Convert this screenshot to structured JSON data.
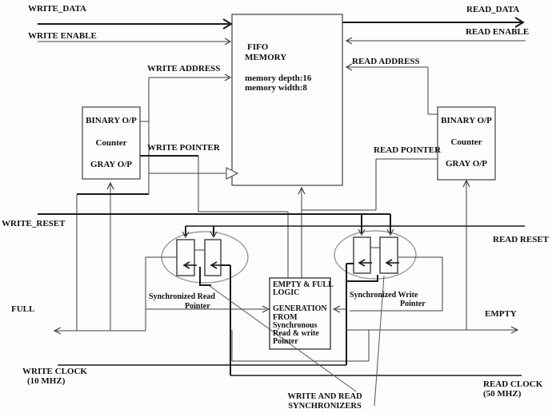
{
  "signals": {
    "write_data": "WRITE_DATA",
    "write_enable": "WRITE ENABLE",
    "write_address": "WRITE ADDRESS",
    "read_data": "READ_DATA",
    "read_enable": "READ ENABLE",
    "read_address": "READ ADDRESS",
    "write_pointer": "WRITE POINTER",
    "read_pointer": "READ POINTER",
    "write_reset": "WRITE_RESET",
    "read_reset": "READ RESET",
    "full": "FULL",
    "empty": "EMPTY"
  },
  "clocks": {
    "write_line1": "WRITE CLOCK",
    "write_line2": "(10 MHZ)",
    "read_line1": "READ CLOCK",
    "read_line2": "(50 MHZ)"
  },
  "fifo": {
    "line1": "FIFO",
    "line2": "MEMORY",
    "line3": "memory depth:16",
    "line4": "memory width:8"
  },
  "left_counter": {
    "line1": "BINARY O/P",
    "line2": "Counter",
    "line3": "GRAY O/P"
  },
  "right_counter": {
    "line1": "BINARY O/P",
    "line2": "Counter",
    "line3": "GRAY O/P"
  },
  "logic": {
    "line1": "EMPTY & FULL",
    "line2": "LOGIC",
    "line3": "GENERATION",
    "line4": "FROM",
    "line5": "Synchronous",
    "line6": "Read & write",
    "line7": "Pointer"
  },
  "sync_read": {
    "line1": "Synchronized Read",
    "line2": "Pointer"
  },
  "sync_write": {
    "line1": "Synchronized Write",
    "line2": "Pointer"
  },
  "caption": {
    "line1": "WRITE AND READ",
    "line2": "SYNCHRONIZERS"
  },
  "colors": {
    "line": "#3f3f3f",
    "thick": "#1a1a1a",
    "box": "#5a5a5a",
    "ellipse": "#8a8a8a"
  }
}
